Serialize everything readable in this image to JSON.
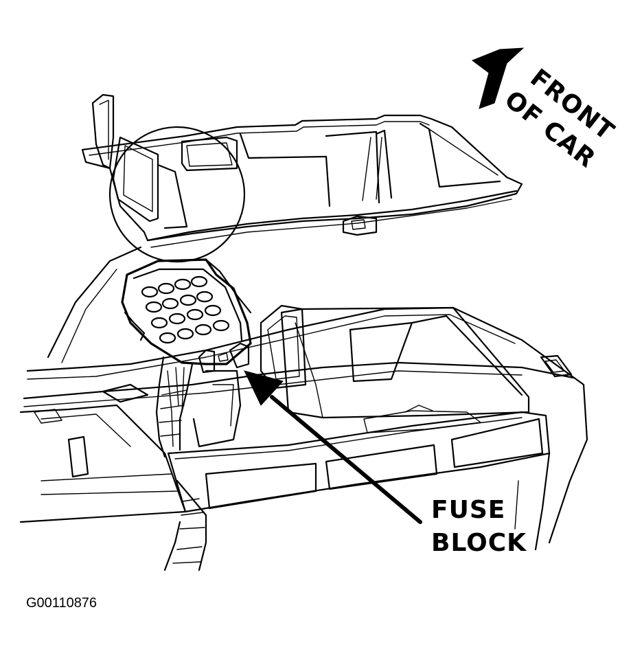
{
  "direction_indicator": {
    "line1": "FRONT",
    "line2": "OF CAR"
  },
  "callout": {
    "line1": "FUSE",
    "line2": "BLOCK"
  },
  "figure_id": "G00110876"
}
